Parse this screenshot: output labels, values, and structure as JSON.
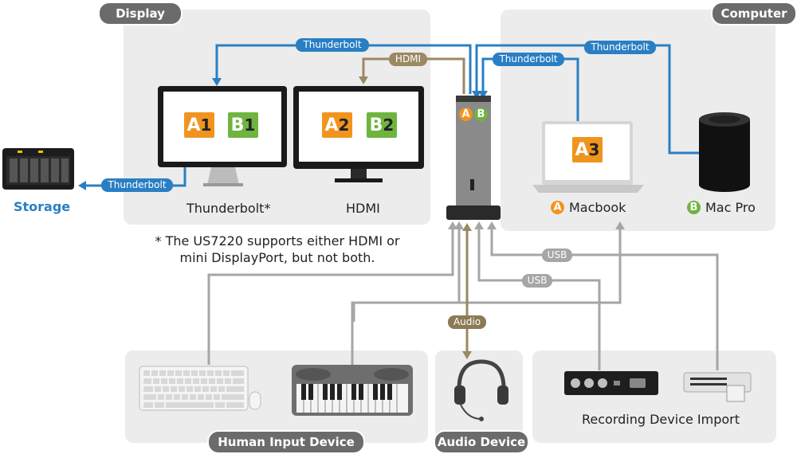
{
  "sections": {
    "display": "Display",
    "computer": "Computer",
    "human_input": "Human Input Device",
    "audio": "Audio Device"
  },
  "monitors": {
    "thunderbolt": {
      "label": "Thunderbolt*",
      "items": [
        {
          "letter": "A",
          "num": "1"
        },
        {
          "letter": "B",
          "num": "1"
        }
      ]
    },
    "hdmi": {
      "label": "HDMI",
      "items": [
        {
          "letter": "A",
          "num": "2"
        },
        {
          "letter": "B",
          "num": "2"
        }
      ]
    }
  },
  "storage_label": "Storage",
  "note_line1": "* The US7220 supports either HDMI or",
  "note_line2": "mini DisplayPort, but not both.",
  "dock_ports": {
    "a": "A",
    "b": "B"
  },
  "computers": {
    "macbook": {
      "badge": "A",
      "label": "Macbook",
      "screen_letter": "A",
      "screen_num": "3"
    },
    "macpro": {
      "badge": "B",
      "label": "Mac Pro"
    }
  },
  "recording_label": "Recording Device Import",
  "cables": {
    "tb_display": "Thunderbolt",
    "hdmi": "HDMI",
    "tb_storage": "Thunderbolt",
    "tb_macbook": "Thunderbolt",
    "tb_macpro": "Thunderbolt",
    "usb_1": "USB",
    "usb_2": "USB",
    "audio": "Audio"
  },
  "colors": {
    "thunderbolt": "#2a7fc4",
    "hdmi": "#9b8864",
    "usb": "#a6a6a6",
    "a_orange": "#f1941f",
    "b_green": "#6fb43f",
    "panel_bg": "#ececec",
    "pill_bg": "#6b6b6b",
    "storage_text": "#2a7fc4"
  }
}
